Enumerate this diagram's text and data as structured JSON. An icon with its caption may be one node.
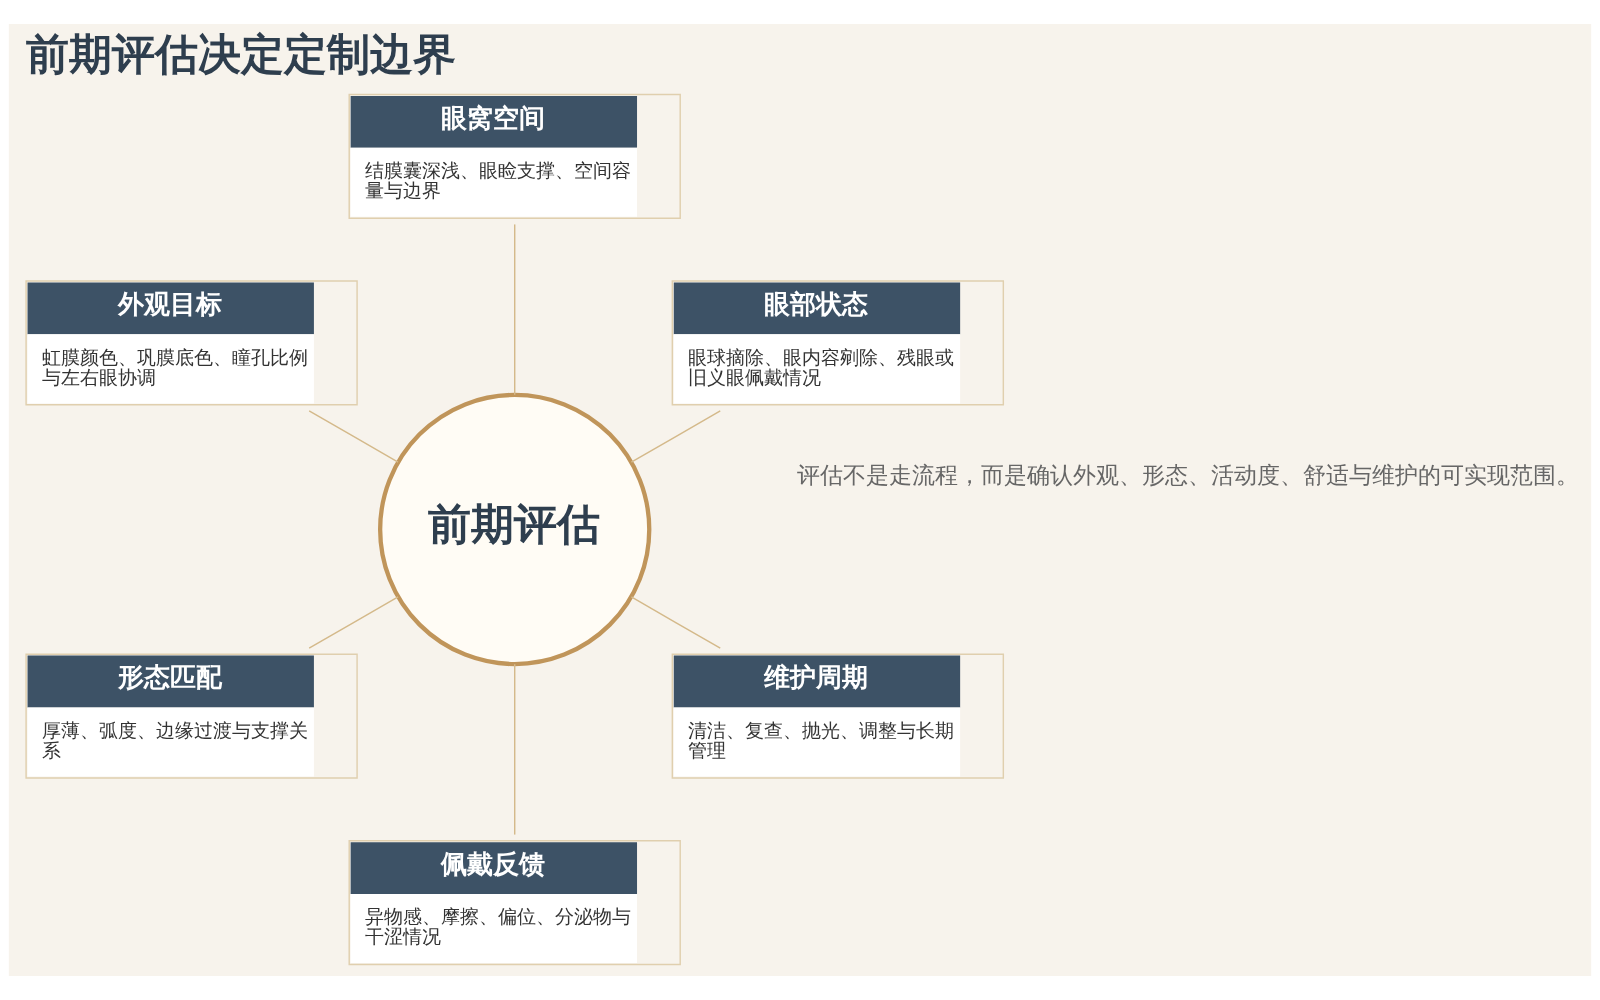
{
  "diagram": {
    "title": "前期评估决定定制边界",
    "nodes": [
      {
        "text": [
          "眼部状态",
          "眼球摘除、眼内容剜除、残眼或旧义眼佩戴情况"
        ]
      },
      {
        "text": [
          "眼窝空间",
          "结膜囊深浅、眼睑支撑、空间容量与边界"
        ]
      },
      {
        "text": [
          "前期评估"
        ]
      },
      {
        "text": [
          "外观目标",
          "虹膜颜色、巩膜底色、瞳孔比例与左右眼协调"
        ]
      },
      {
        "text": [
          "形态匹配",
          "厚薄、弧度、边缘过渡与支撑关系"
        ]
      },
      {
        "text": [
          "佩戴反馈",
          "异物感、摩擦、偏位、分泌物与干涩情况"
        ]
      },
      {
        "text": [
          "维护周期",
          "清洁、复查、抛光、调整与长期管理"
        ]
      }
    ],
    "edges": [
      {
        "from": 2,
        "to": 0,
        "arrow": "none"
      },
      {
        "from": 2,
        "to": 1,
        "arrow": "none"
      },
      {
        "from": 2,
        "to": 3,
        "arrow": "none"
      },
      {
        "from": 2,
        "to": 4,
        "arrow": "none"
      },
      {
        "from": 2,
        "to": 5,
        "arrow": "none"
      },
      {
        "from": 2,
        "to": 6,
        "arrow": "none"
      }
    ],
    "labels": [
      "评估不是走流程，而是确认外观、形态、活动度、舒适与维护的可实现范围。"
    ]
  }
}
